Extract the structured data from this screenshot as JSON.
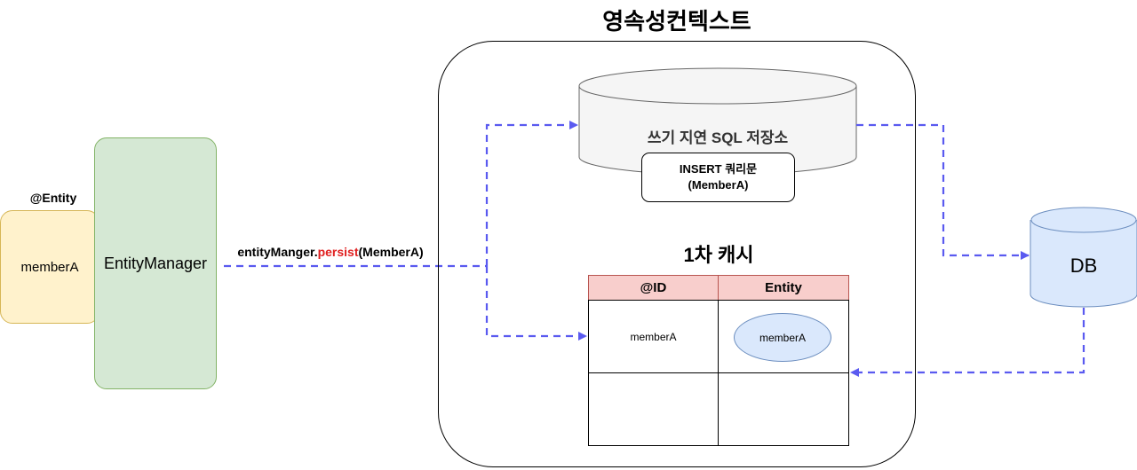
{
  "context": {
    "title": "영속성컨텍스트"
  },
  "entity_label": "@Entity",
  "member_box": {
    "label": "memberA"
  },
  "entity_manager": {
    "label": "EntityManager"
  },
  "persist": {
    "prefix": "entityManger.",
    "method": "persist",
    "suffix": "(MemberA)"
  },
  "write_store": {
    "label": "쓰기 지연 SQL 저장소",
    "query_line1": "INSERT 쿼리문",
    "query_line2": "(MemberA)"
  },
  "first_cache": {
    "title": "1차 캐시",
    "headers": [
      "@ID",
      "Entity"
    ],
    "rows": [
      {
        "id": "memberA",
        "entity": "memberA"
      },
      {
        "id": "",
        "entity": ""
      }
    ]
  },
  "db": {
    "label": "DB"
  },
  "colors": {
    "arrow": "#5a5af0",
    "entity_manager_fill": "#d5e8d4",
    "member_fill": "#fff2cc",
    "header_fill": "#f8cecc",
    "db_fill": "#dae8fc",
    "persist_method": "#e02020"
  }
}
